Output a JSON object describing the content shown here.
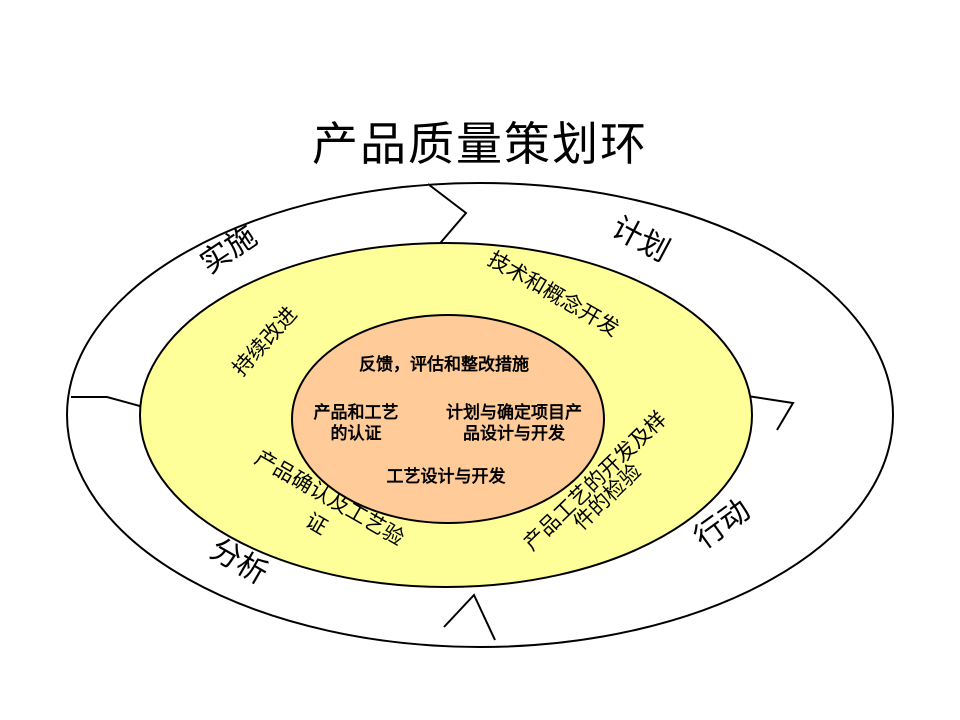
{
  "title": "产品质量策划环",
  "outer_phases": {
    "plan": "计划",
    "act": "行动",
    "analyze": "分析",
    "implement": "实施"
  },
  "middle_ring": {
    "tech": "技术和概念开发",
    "continuous": "持续改进",
    "product_process_line1": "产品工艺的开发及样",
    "product_process_line2": "件的检验",
    "confirm_line1": "产品确认及工艺验",
    "confirm_line2": "证"
  },
  "center": {
    "feedback": "反馈，评估和整改措施",
    "left_line1": "产品和工艺",
    "left_line2": "的认证",
    "right_line1": "计划与确定项目产",
    "right_line2": "品设计与开发",
    "process": "工艺设计与开发"
  },
  "colors": {
    "middle_fill": "#FFFF99",
    "center_fill": "#FFCC99",
    "stroke": "#000000",
    "outer_fill": "#FFFFFF"
  }
}
